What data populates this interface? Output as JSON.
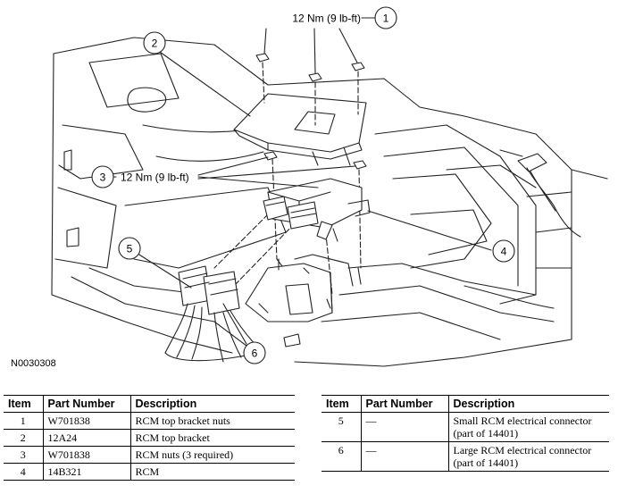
{
  "figure": {
    "id": "N0030308",
    "callouts": [
      {
        "number": "1",
        "label": "12 Nm (9 lb-ft)"
      },
      {
        "number": "2",
        "label": ""
      },
      {
        "number": "3",
        "label": "12 Nm (9 lb-ft)"
      },
      {
        "number": "4",
        "label": ""
      },
      {
        "number": "5",
        "label": ""
      },
      {
        "number": "6",
        "label": ""
      }
    ]
  },
  "table_left": {
    "headers": [
      "Item",
      "Part Number",
      "Description"
    ],
    "rows": [
      {
        "item": "1",
        "part": "W701838",
        "desc": "RCM top bracket nuts"
      },
      {
        "item": "2",
        "part": "12A24",
        "desc": "RCM top bracket"
      },
      {
        "item": "3",
        "part": "W701838",
        "desc": "RCM nuts (3 required)"
      },
      {
        "item": "4",
        "part": "14B321",
        "desc": "RCM"
      }
    ]
  },
  "table_right": {
    "headers": [
      "Item",
      "Part Number",
      "Description"
    ],
    "rows": [
      {
        "item": "5",
        "part": "—",
        "desc": "Small RCM electrical connector (part of 14401)"
      },
      {
        "item": "6",
        "part": "—",
        "desc": "Large RCM electrical connector (part of 14401)"
      }
    ]
  }
}
